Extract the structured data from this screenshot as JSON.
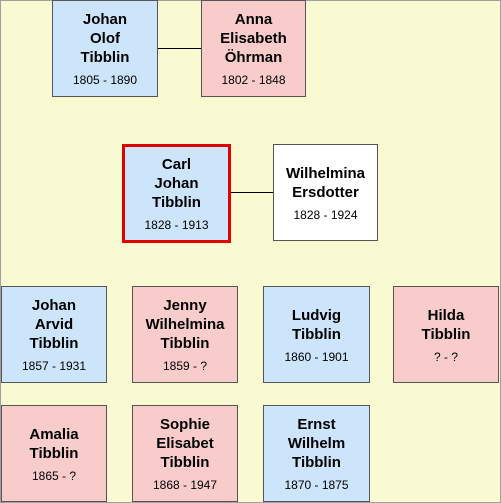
{
  "people": {
    "johan_olof": {
      "name": [
        "Johan",
        "Olof",
        "Tibblin"
      ],
      "dates": "1805 - 1890",
      "gender": "male"
    },
    "anna_elisabeth": {
      "name": [
        "Anna",
        "Elisabeth",
        "Öhrman"
      ],
      "dates": "1802 - 1848",
      "gender": "female"
    },
    "carl_johan": {
      "name": [
        "Carl",
        "Johan",
        "Tibblin"
      ],
      "dates": "1828 - 1913",
      "gender": "male",
      "focus": true
    },
    "wilhelmina": {
      "name": [
        "Wilhelmina",
        "Ersdotter"
      ],
      "dates": "1828 - 1924",
      "gender": "neutral"
    },
    "johan_arvid": {
      "name": [
        "Johan",
        "Arvid",
        "Tibblin"
      ],
      "dates": "1857 - 1931",
      "gender": "male"
    },
    "jenny": {
      "name": [
        "Jenny",
        "Wilhelmina",
        "Tibblin"
      ],
      "dates": "1859 - ?",
      "gender": "female"
    },
    "ludvig": {
      "name": [
        "Ludvig",
        "Tibblin"
      ],
      "dates": "1860 - 1901",
      "gender": "male"
    },
    "hilda": {
      "name": [
        "Hilda",
        "Tibblin"
      ],
      "dates": "? - ?",
      "gender": "female"
    },
    "amalia": {
      "name": [
        "Amalia",
        "Tibblin"
      ],
      "dates": "1865 - ?",
      "gender": "female"
    },
    "sophie": {
      "name": [
        "Sophie",
        "Elisabet",
        "Tibblin"
      ],
      "dates": "1868 - 1947",
      "gender": "female"
    },
    "ernst": {
      "name": [
        "Ernst",
        "Wilhelm",
        "Tibblin"
      ],
      "dates": "1870 - 1875",
      "gender": "male"
    }
  },
  "colors": {
    "background": "#fafad2",
    "male": "#cce5fa",
    "female": "#f9cccc",
    "neutral": "#ffffff",
    "focus_border": "#e00000"
  }
}
